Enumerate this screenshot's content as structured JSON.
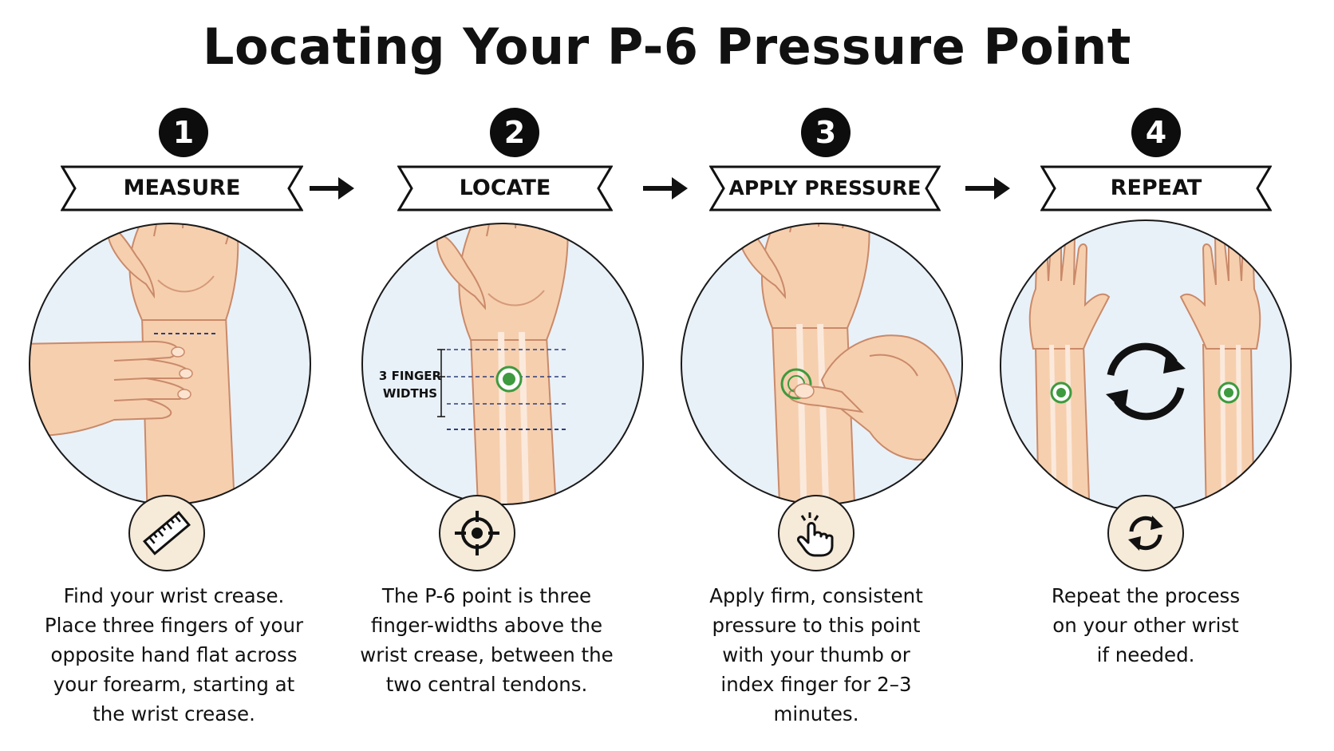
{
  "title": "Locating Your P-6 Pressure Point",
  "steps": [
    {
      "number": "1",
      "label": "MEASURE",
      "icon": "ruler-icon",
      "description_lines": [
        "Find your wrist crease.",
        "Place three fingers of your",
        "opposite hand flat across",
        "your forearm, starting at",
        "the wrist crease."
      ]
    },
    {
      "number": "2",
      "label": "LOCATE",
      "icon": "crosshair-target-icon",
      "annotation_lines": [
        "3 FINGER",
        "WIDTHS"
      ],
      "description_lines": [
        "The P-6 point is three",
        "finger-widths above the",
        "wrist crease, between the",
        "two central tendons."
      ]
    },
    {
      "number": "3",
      "label": "APPLY PRESSURE",
      "icon": "finger-press-icon",
      "description_lines": [
        "Apply firm, consistent",
        "pressure to this point",
        "with your thumb or",
        "index finger for 2–3",
        "minutes."
      ]
    },
    {
      "number": "4",
      "label": "REPEAT",
      "icon": "repeat-cycle-icon",
      "description_lines": [
        "Repeat the process",
        "on your other wrist",
        "if needed."
      ]
    }
  ],
  "colors": {
    "skin": "#f6cfae",
    "skin_shadow": "#e2a886",
    "circle_bg": "#e9f1f8",
    "point_green": "#3e9a3e",
    "badge_bg": "#f6ead9",
    "dash_blue": "#2b3f7a"
  }
}
